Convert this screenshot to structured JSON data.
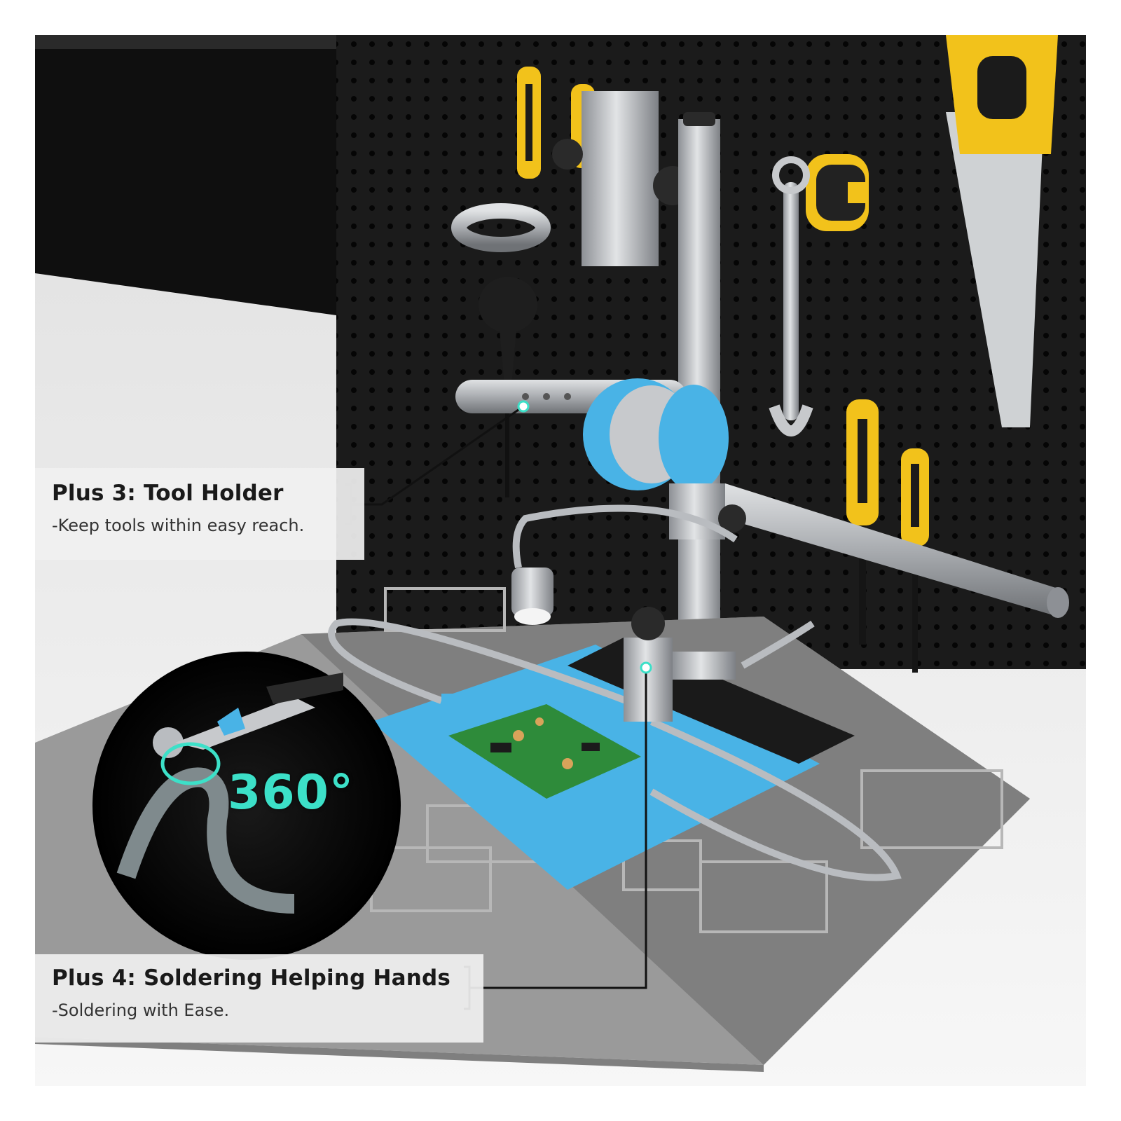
{
  "callouts": {
    "tool_holder": {
      "title": "Plus 3: Tool Holder",
      "description": "-Keep tools within easy reach."
    },
    "helping_hands": {
      "title": "Plus 4: Soldering Helping Hands",
      "description": "-Soldering with Ease."
    }
  },
  "badge": {
    "rotation_label": "360°"
  },
  "colors": {
    "pegboard": "#1b1b1b",
    "wall": "#101010",
    "desk": "#ededed",
    "mat_gray": "#9a9a9a",
    "silicone_pad": "#49b3e6",
    "pcb_green": "#2e8b3a",
    "handle_yellow": "#f2c21b",
    "steel": "#b9bcc0",
    "accent_teal": "#3ce0c8",
    "leader_line": "#111111"
  }
}
